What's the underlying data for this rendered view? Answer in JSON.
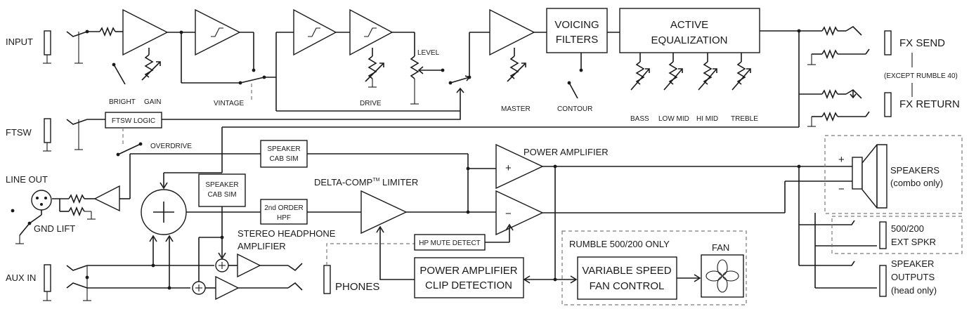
{
  "inputs": {
    "input": "INPUT",
    "ftsw": "FTSW",
    "line_out": "LINE OUT",
    "gnd_lift": "GND LIFT",
    "aux_in": "AUX IN",
    "phones": "PHONES"
  },
  "preamp": {
    "bright": "BRIGHT",
    "gain": "GAIN",
    "vintage": "VINTAGE",
    "drive": "DRIVE",
    "level": "LEVEL",
    "master": "MASTER",
    "contour": "CONTOUR",
    "voicing_line1": "VOICING",
    "voicing_line2": "FILTERS",
    "active_eq_line1": "ACTIVE",
    "active_eq_line2": "EQUALIZATION",
    "bass": "BASS",
    "low_mid": "LOW MID",
    "hi_mid": "HI MID",
    "treble": "TREBLE"
  },
  "fx": {
    "send": "FX SEND",
    "return": "FX RETURN",
    "except": "(EXCEPT RUMBLE 40)"
  },
  "control": {
    "ftsw_logic": "FTSW LOGIC",
    "overdrive": "OVERDRIVE",
    "speaker_cab_sim_line1": "SPEAKER",
    "speaker_cab_sim_line2": "CAB SIM",
    "hpf_line1": "2nd ORDER",
    "hpf_line2": "HPF",
    "stereo_hp_line1": "STEREO HEADPHONE",
    "stereo_hp_line2": "AMPLIFIER",
    "hp_mute": "HP MUTE DETECT",
    "limiter_a": "DELTA-COMP",
    "limiter_tm": "TM",
    "limiter_b": " LIMITER",
    "power_amp": "POWER AMPLIFIER",
    "clip_line1": "POWER AMPLIFIER",
    "clip_line2": "CLIP DETECTION",
    "rumble_only": "RUMBLE 500/200 ONLY",
    "fan_ctrl_line1": "VARIABLE SPEED",
    "fan_ctrl_line2": "FAN CONTROL",
    "fan": "FAN",
    "plus": "+",
    "minus": "−"
  },
  "outputs": {
    "speakers_line1": "SPEAKERS",
    "speakers_line2": "(combo only)",
    "ext_line1": "500/200",
    "ext_line2": "EXT SPKR",
    "spk_out_line1": "SPEAKER",
    "spk_out_line2": "OUTPUTS",
    "spk_out_line3": "(head only)"
  }
}
